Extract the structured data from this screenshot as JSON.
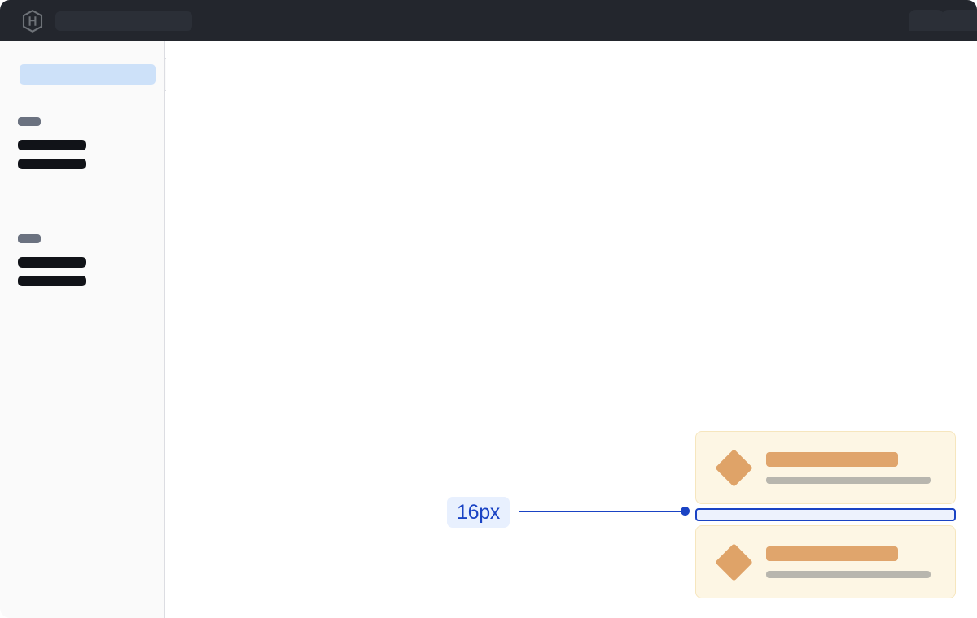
{
  "window": {
    "title_bar_color": "#23262D",
    "canvas_color": "#ffffff"
  },
  "header": {
    "logo_icon": "hashicorp-hexagon-logo",
    "search_placeholder_label": "",
    "chips": [
      {
        "name": "header-chip-1",
        "label": ""
      },
      {
        "name": "header-chip-2",
        "label": ""
      }
    ]
  },
  "sidebar": {
    "background_color": "#FAFAFA",
    "active_item": {
      "label": "",
      "highlight_color": "#CDE1F9"
    },
    "groups": [
      {
        "label_bar": "",
        "items": [
          {
            "label": ""
          },
          {
            "label": ""
          }
        ]
      },
      {
        "label_bar": "",
        "items": [
          {
            "label": ""
          },
          {
            "label": ""
          }
        ]
      }
    ]
  },
  "main": {
    "cards": [
      {
        "icon": "diamond-icon",
        "title_placeholder": "",
        "subtitle_placeholder": "",
        "fill_color": "#FDF6E4",
        "icon_color": "#DFA368"
      },
      {
        "icon": "diamond-icon",
        "title_placeholder": "",
        "subtitle_placeholder": "",
        "fill_color": "#FDF6E4",
        "icon_color": "#DFA368"
      }
    ],
    "measurement": {
      "label": "16px",
      "accent_color": "#1A43C4",
      "chip_background": "#E8F0FE",
      "box_fill": "#EDF2FD"
    }
  }
}
